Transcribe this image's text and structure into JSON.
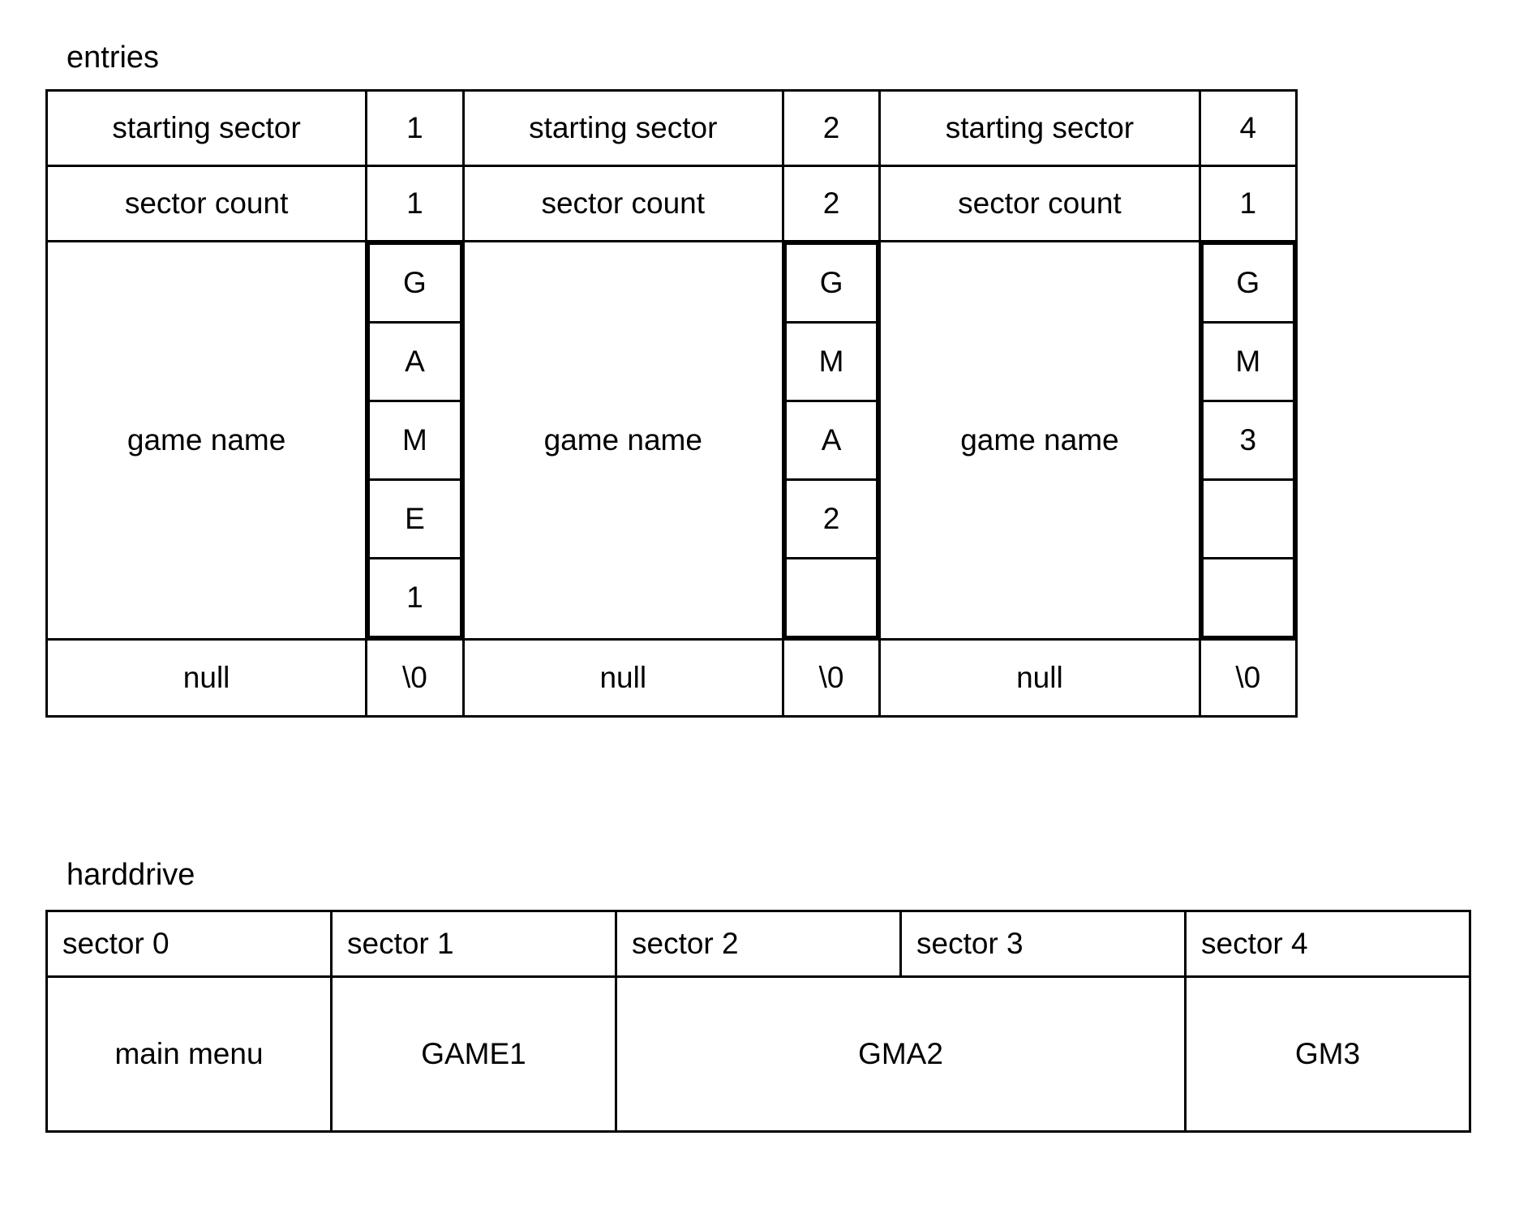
{
  "entries": {
    "label": "entries",
    "row_labels": {
      "starting_sector": "starting sector",
      "sector_count": "sector count",
      "game_name": "game name",
      "null": "null",
      "null_char": "\\0"
    },
    "items": [
      {
        "name_label": "starting sector",
        "starting_sector": "1",
        "count_label": "sector count",
        "sector_count": "1",
        "gamename_label": "game name",
        "chars": [
          "G",
          "A",
          "M",
          "E",
          "1"
        ],
        "null_label": "null",
        "null_value": "\\0"
      },
      {
        "name_label": "starting sector",
        "starting_sector": "2",
        "count_label": "sector count",
        "sector_count": "2",
        "gamename_label": "game name",
        "chars": [
          "G",
          "M",
          "A",
          "2",
          ""
        ],
        "null_label": "null",
        "null_value": "\\0"
      },
      {
        "name_label": "starting sector",
        "starting_sector": "4",
        "count_label": "sector count",
        "sector_count": "1",
        "gamename_label": "game name",
        "chars": [
          "G",
          "M",
          "3",
          "",
          ""
        ],
        "null_label": "null",
        "null_value": "\\0"
      }
    ]
  },
  "harddrive": {
    "label": "harddrive",
    "sectors": [
      "sector 0",
      "sector 1",
      "sector 2",
      "sector 3",
      "sector 4"
    ],
    "contents": [
      {
        "text": "main menu",
        "span": 1
      },
      {
        "text": "GAME1",
        "span": 1
      },
      {
        "text": "GMA2",
        "span": 2
      },
      {
        "text": "GM3",
        "span": 1
      }
    ]
  },
  "colors": {
    "border": "#000000",
    "text": "#000000",
    "background": "#ffffff"
  }
}
